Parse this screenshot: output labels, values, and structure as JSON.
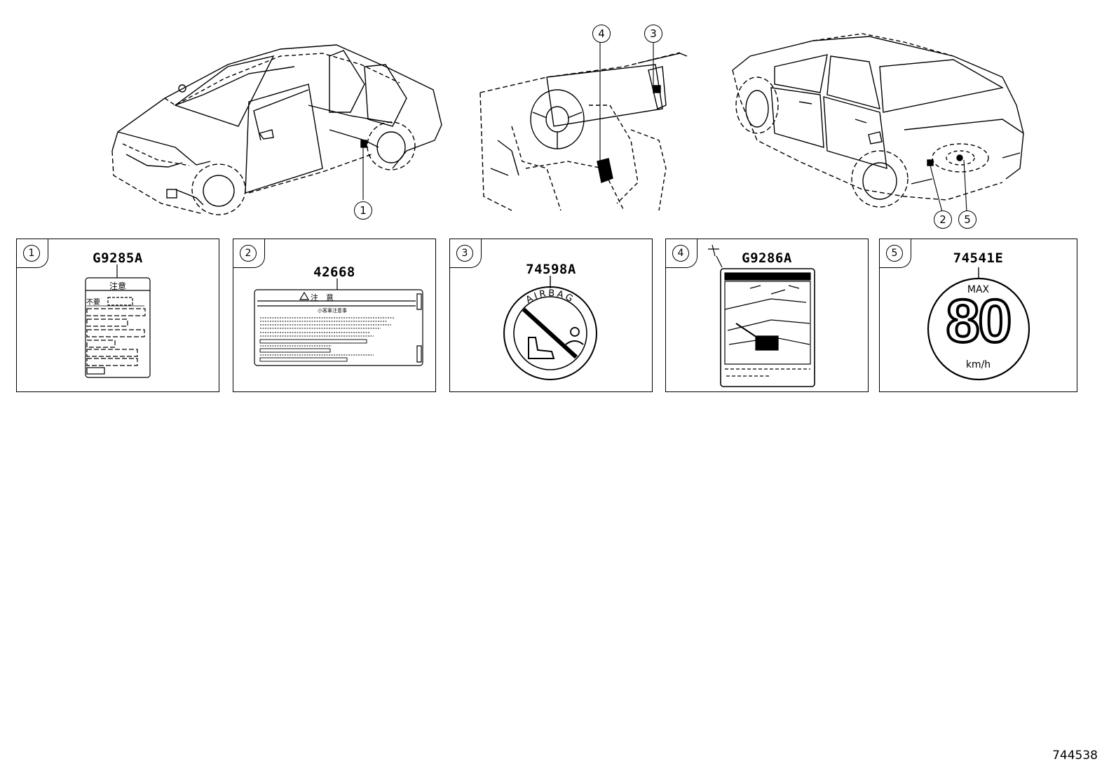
{
  "callouts": {
    "front_car": "1",
    "dash_4": "4",
    "dash_3": "3",
    "rear_2": "2",
    "rear_5": "5"
  },
  "panels": [
    {
      "number": "1",
      "code": "G9285A",
      "label_heading": "注意",
      "label_row1": "不要"
    },
    {
      "number": "2",
      "code": "42668",
      "label_heading": "注　意",
      "label_sub": "小客車注意事"
    },
    {
      "number": "3",
      "code": "74598A",
      "badge_text": "AIRBAG"
    },
    {
      "number": "4",
      "code": "G9286A"
    },
    {
      "number": "5",
      "code": "74541E",
      "max_label": "MAX",
      "speed_value": "80",
      "speed_unit": "km/h"
    }
  ],
  "diagram_id": "744538"
}
